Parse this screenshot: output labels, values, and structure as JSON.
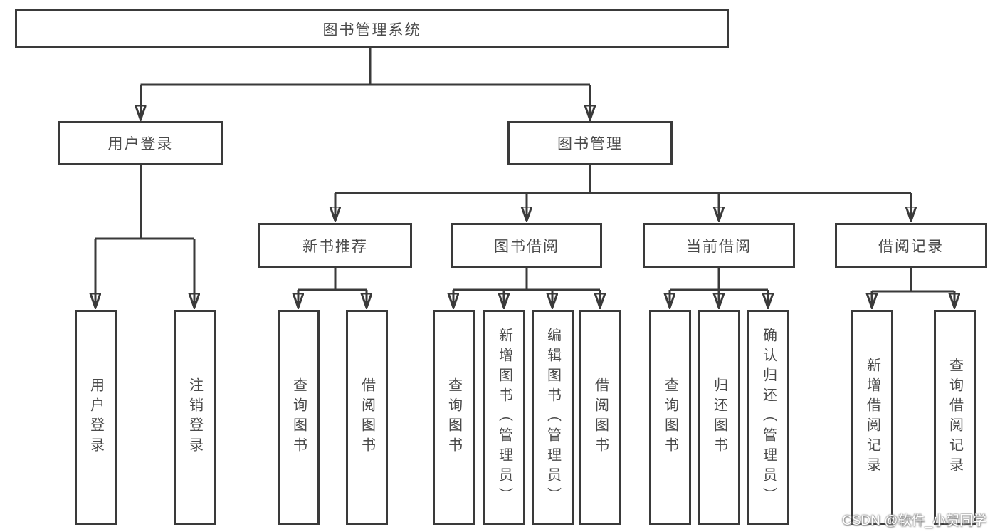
{
  "diagram": {
    "title": "图书管理系统",
    "level2": {
      "user_login": "用户登录",
      "book_management": "图书管理"
    },
    "level3": {
      "new_book_recommend": "新书推荐",
      "book_borrow": "图书借阅",
      "current_borrow": "当前借阅",
      "borrow_records": "借阅记录"
    },
    "leaves": {
      "user_login": [
        "用户登录",
        "注销登录"
      ],
      "new_book_recommend": [
        "查询图书",
        "借阅图书"
      ],
      "book_borrow": [
        "查询图书",
        "新增图书（管理员）",
        "编辑图书（管理员）",
        "借阅图书"
      ],
      "current_borrow": [
        "查询图书",
        "归还图书",
        "确认归还（管理员）"
      ],
      "borrow_records": [
        "新增借阅记录",
        "查询借阅记录"
      ]
    }
  },
  "watermark": "CSDN @软件_小贺同学",
  "colors": {
    "line": "#3a3a3a",
    "text": "#4a4a4a",
    "box_background": "#ffffff",
    "page_background": "#ffffff",
    "watermark_text": "#fdfdfd"
  }
}
